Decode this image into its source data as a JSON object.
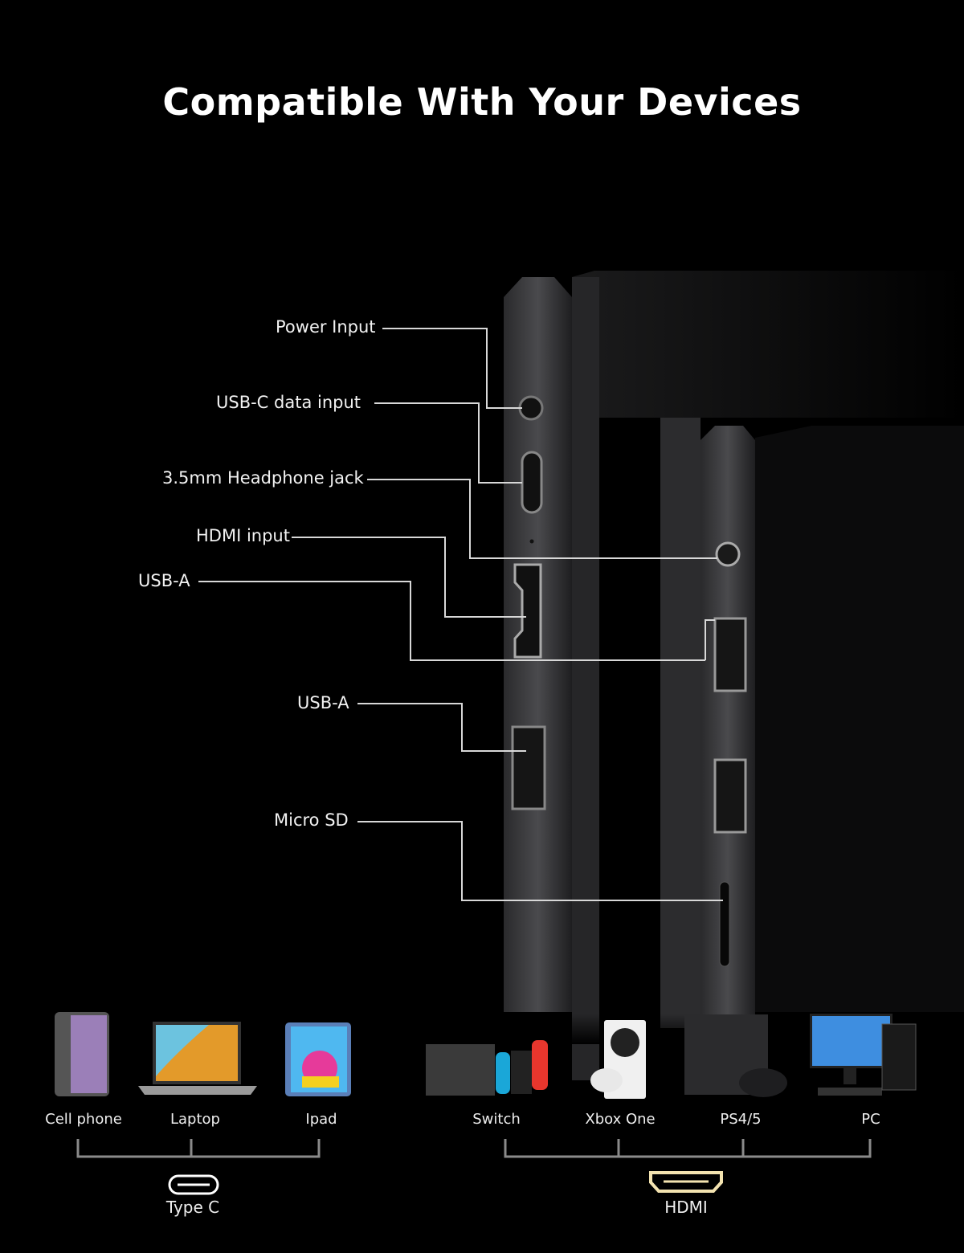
{
  "title": "Compatible With Your Devices",
  "ports": [
    {
      "label": "Power Input"
    },
    {
      "label": "USB-C data input"
    },
    {
      "label": "3.5mm Headphone jack"
    },
    {
      "label": "HDMI input"
    },
    {
      "label": "USB-A"
    },
    {
      "label": "USB-A"
    },
    {
      "label": "Micro SD"
    }
  ],
  "devices": {
    "type_c": {
      "label": "Type C",
      "items": [
        "Cell phone",
        "Laptop",
        "Ipad"
      ]
    },
    "hdmi": {
      "label": "HDMI",
      "items": [
        "Switch",
        "Xbox One",
        "PS4/5",
        "PC"
      ]
    }
  },
  "colors": {
    "background": "#000000",
    "line": "#d8d8d8",
    "hdmi_glow": "#f3e3b0"
  }
}
